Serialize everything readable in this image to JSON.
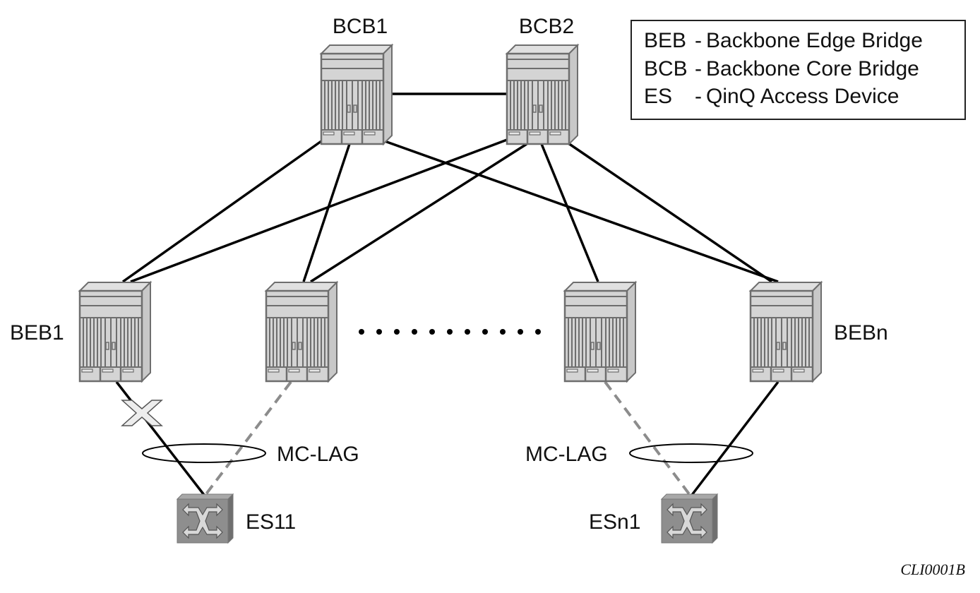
{
  "colors": {
    "link_solid": "#000000",
    "link_dashed": "#8c8c8c",
    "chassis_fill": "#d4d4d4",
    "chassis_stroke": "#6e6e6e",
    "switch_fill": "#8e8e8e",
    "switch_arrow": "#d8d8d8"
  },
  "legend": [
    {
      "abbr": "BEB",
      "sep": "-",
      "desc": "Backbone Edge Bridge"
    },
    {
      "abbr": "BCB",
      "sep": "-",
      "desc": "Backbone Core Bridge"
    },
    {
      "abbr": "ES",
      "sep": "-",
      "desc": "QinQ Access Device"
    }
  ],
  "nodes": [
    {
      "id": "BCB1",
      "label": "BCB1",
      "type": "chassis"
    },
    {
      "id": "BCB2",
      "label": "BCB2",
      "type": "chassis"
    },
    {
      "id": "BEB1",
      "label": "BEB1",
      "type": "chassis"
    },
    {
      "id": "BEB2",
      "label": "",
      "type": "chassis"
    },
    {
      "id": "BEB3",
      "label": "",
      "type": "chassis"
    },
    {
      "id": "BEBn",
      "label": "BEBn",
      "type": "chassis"
    },
    {
      "id": "ES11",
      "label": "ES11",
      "type": "switch"
    },
    {
      "id": "ESn1",
      "label": "ESn1",
      "type": "switch"
    }
  ],
  "links": [
    {
      "from": "BCB1",
      "to": "BCB2",
      "style": "solid"
    },
    {
      "from": "BCB1",
      "to": "BEB1",
      "style": "solid"
    },
    {
      "from": "BCB1",
      "to": "BEB2",
      "style": "solid"
    },
    {
      "from": "BCB1",
      "to": "BEBn",
      "style": "solid"
    },
    {
      "from": "BCB2",
      "to": "BEB1",
      "style": "solid"
    },
    {
      "from": "BCB2",
      "to": "BEB2",
      "style": "solid"
    },
    {
      "from": "BCB2",
      "to": "BEB3",
      "style": "solid"
    },
    {
      "from": "BCB2",
      "to": "BEBn",
      "style": "solid"
    },
    {
      "from": "BEB1",
      "to": "ES11",
      "style": "solid",
      "failed": true
    },
    {
      "from": "BEB2",
      "to": "ES11",
      "style": "dashed"
    },
    {
      "from": "BEB3",
      "to": "ESn1",
      "style": "dashed"
    },
    {
      "from": "BEBn",
      "to": "ESn1",
      "style": "solid"
    }
  ],
  "mclag_groups": [
    {
      "label": "MC-LAG",
      "members": [
        "BEB1-ES11",
        "BEB2-ES11"
      ]
    },
    {
      "label": "MC-LAG",
      "members": [
        "BEB3-ESn1",
        "BEBn-ESn1"
      ]
    }
  ],
  "ellipsis": {
    "count": 11,
    "meaning": "more BEB nodes"
  },
  "figure_id": "CLI0001B"
}
